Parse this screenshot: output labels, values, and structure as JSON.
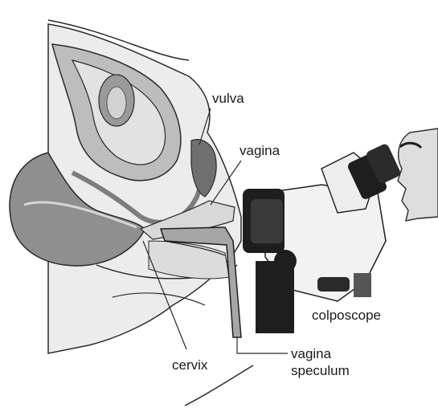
{
  "labels": {
    "vulva": "vulva",
    "vagina": "vagina",
    "colposcope": "colposcope",
    "cervix": "cervix",
    "speculum_line1": "vagina",
    "speculum_line2": "speculum"
  },
  "colors": {
    "outline": "#2a2a2a",
    "tissue_light": "#e4e4e4",
    "tissue_mid": "#b9b9b9",
    "tissue_dark": "#8c8c8c",
    "instrument_dark": "#1e1e1e",
    "instrument_light": "#f0f0f0"
  }
}
